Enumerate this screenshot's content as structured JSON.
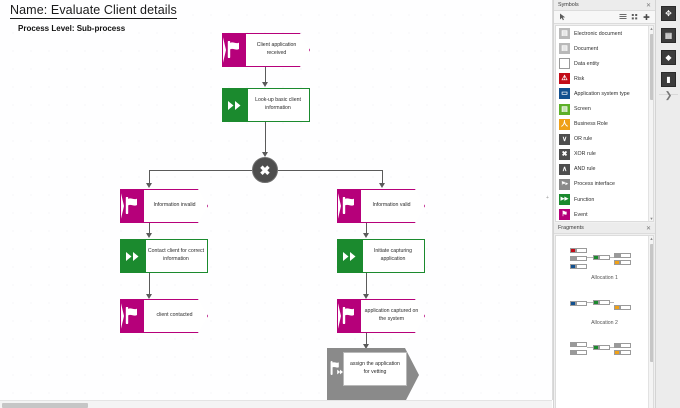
{
  "diagram": {
    "title": "Name: Evaluate Client details",
    "subtitle": "Process Level: Sub-process",
    "nodes": {
      "client_application_received": "Client application received",
      "lookup_basic_client_information": "Look-up basic client information",
      "xor_gateway": "✖",
      "information_invalid": "Information invalid",
      "information_valid": "Information valid",
      "contact_client_for_correct_information": "Contact client for correct information",
      "initiate_capturing_application": "Initiate capturing application",
      "client_contacted": "client contacted",
      "application_captured_on_the_system": "application captured on the system",
      "assign_the_application_for_vetting": "assign the application for vetting"
    },
    "colors": {
      "event": "#b6007a",
      "function": "#1b8a2e",
      "process_interface": "#8a8a8a",
      "rule": "#4e4e4e",
      "connector": "#5a5a5a",
      "canvas": "#fefeff"
    }
  },
  "symbols_panel": {
    "title": "Symbols",
    "close_label": "✕",
    "toolbar": {
      "pointer_icon": "pointer-icon",
      "list_view_icon": "list-view-icon",
      "grid_view_icon": "grid-view-icon",
      "add_label": "✚"
    },
    "items": [
      {
        "label": "Event",
        "color": "#b6007a",
        "glyph": "⚑"
      },
      {
        "label": "Function",
        "color": "#1b8a2e",
        "glyph": "▶▶"
      },
      {
        "label": "Process interface",
        "color": "#8a8a8a",
        "glyph": "⚑▸"
      },
      {
        "label": "AND rule",
        "color": "#4e4e4e",
        "glyph": "∧"
      },
      {
        "label": "XOR rule",
        "color": "#4e4e4e",
        "glyph": "✖"
      },
      {
        "label": "OR rule",
        "color": "#4e4e4e",
        "glyph": "∨"
      },
      {
        "label": "Business Role",
        "color": "#efa017",
        "glyph": "人"
      },
      {
        "label": "Screen",
        "color": "#5db028",
        "glyph": "▤"
      },
      {
        "label": "Application system type",
        "color": "#12508f",
        "glyph": "▭"
      },
      {
        "label": "Risk",
        "color": "#c20c18",
        "glyph": "⚠"
      },
      {
        "label": "Data entity",
        "color": "#ffffff",
        "glyph": "▭"
      },
      {
        "label": "Document",
        "color": "#b9b9b9",
        "glyph": "▤"
      },
      {
        "label": "Electronic document",
        "color": "#b9b9b9",
        "glyph": "▤"
      }
    ]
  },
  "fragments_panel": {
    "title": "Fragments",
    "close_label": "✕",
    "items": [
      {
        "caption": "Allocation 1"
      },
      {
        "caption": "Allocation 2"
      },
      {
        "caption": ""
      }
    ]
  },
  "icon_strip": {
    "buttons": [
      {
        "name": "align-icon",
        "glyph": "✥"
      },
      {
        "name": "layout-icon",
        "glyph": "▦"
      },
      {
        "name": "mirror-icon",
        "glyph": "◆"
      },
      {
        "name": "split-icon",
        "glyph": "▮"
      }
    ],
    "expand_label": "❯"
  }
}
